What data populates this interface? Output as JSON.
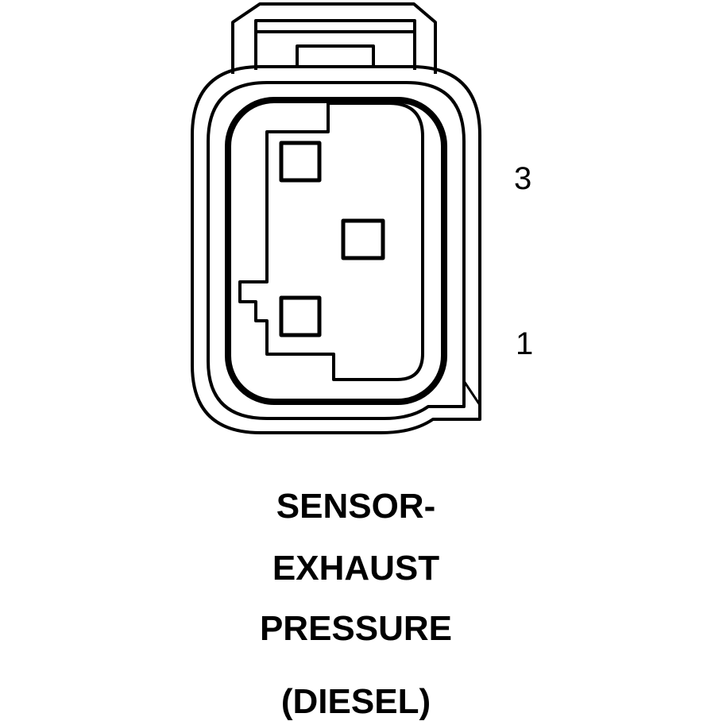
{
  "diagram": {
    "pin_labels": {
      "pin_3": "3",
      "pin_1": "1"
    },
    "caption": {
      "line_1": "SENSOR-",
      "line_2": "EXHAUST",
      "line_3": "PRESSURE",
      "line_4": "(DIESEL)"
    },
    "colors": {
      "line": "#000000",
      "background": "#ffffff"
    }
  }
}
